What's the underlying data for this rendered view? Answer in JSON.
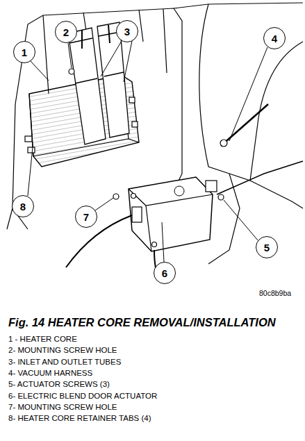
{
  "diagram": {
    "caption": "Fig. 14 HEATER CORE REMOVAL/INSTALLATION",
    "nodes": [
      {
        "text": [
          "1"
        ]
      },
      {
        "text": [
          "2"
        ]
      },
      {
        "text": [
          "3"
        ]
      },
      {
        "text": [
          "4"
        ]
      },
      {
        "text": [
          "8"
        ]
      },
      {
        "text": [
          "7"
        ]
      },
      {
        "text": [
          "5"
        ]
      },
      {
        "text": [
          "6"
        ]
      }
    ],
    "labels": [
      "80c8b9ba",
      "1 - HEATER CORE",
      "2- MOUNTING SCREW HOLE",
      "3- INLET AND OUTLET TUBES",
      "4- VACUUM HARNESS",
      "5- ACTUATOR SCREWS (3)",
      "6- ELECTRIC BLEND DOOR ACTUATOR",
      "7- MOUNTING SCREW HOLE",
      "8- HEATER CORE RETAINER TABS (4)"
    ]
  }
}
